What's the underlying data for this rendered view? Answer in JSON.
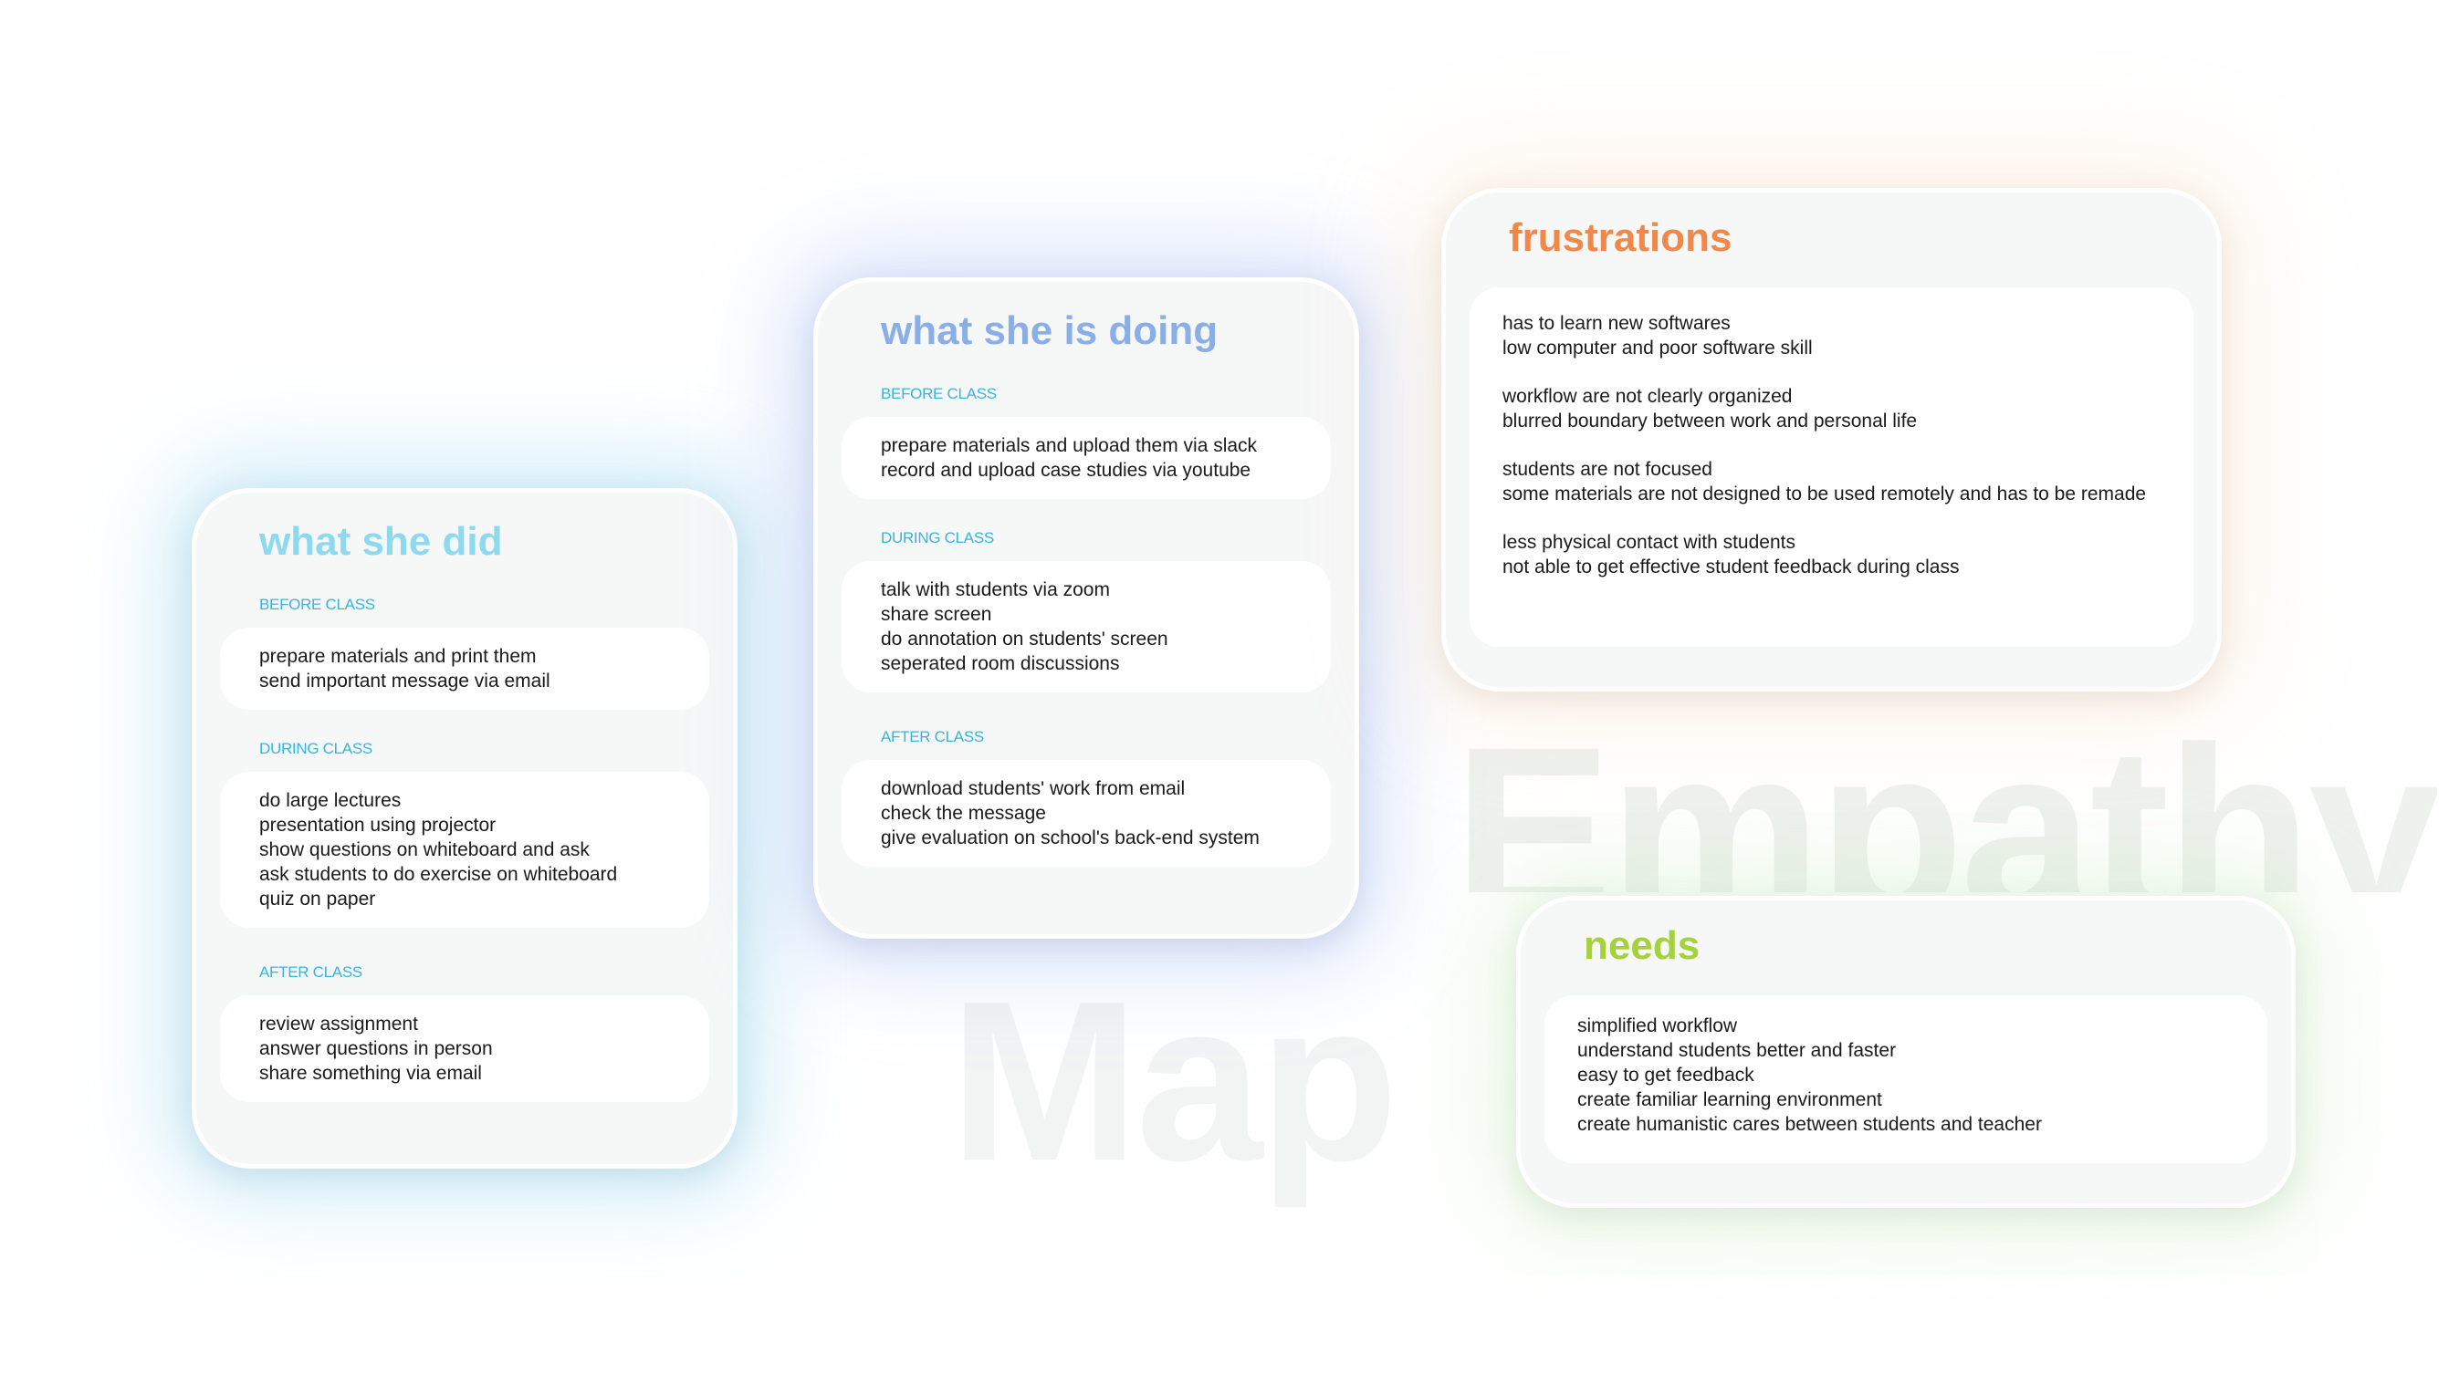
{
  "watermark": {
    "word1": "Empathy",
    "word2": "Map"
  },
  "colors": {
    "did": "#8dd9ef",
    "doing": "#8aaee8",
    "frustrations": "#f0884a",
    "needs": "#a6d13a",
    "section_label": "#39b4dc"
  },
  "what_she_did": {
    "title": "what she did",
    "sections": [
      {
        "label": "BEFORE CLASS",
        "items": [
          "prepare materials and print them",
          "send important message via email"
        ]
      },
      {
        "label": "DURING CLASS",
        "items": [
          "do large lectures",
          "presentation using projector",
          "show questions on whiteboard and ask",
          "ask students to do exercise on whiteboard",
          "quiz on paper"
        ]
      },
      {
        "label": "AFTER CLASS",
        "items": [
          "review assignment",
          "answer questions in person",
          "share something via email"
        ]
      }
    ]
  },
  "what_she_is_doing": {
    "title": "what she is doing",
    "sections": [
      {
        "label": "BEFORE CLASS",
        "items": [
          "prepare materials and upload them via slack",
          "record and upload case studies via youtube"
        ]
      },
      {
        "label": "DURING CLASS",
        "items": [
          "talk with students via zoom",
          "share screen",
          "do annotation on students' screen",
          "seperated room discussions"
        ]
      },
      {
        "label": "AFTER CLASS",
        "items": [
          "download students' work from email",
          "check the message",
          "give evaluation on school's back-end system"
        ]
      }
    ]
  },
  "frustrations": {
    "title": "frustrations",
    "groups": [
      [
        "has to learn new softwares",
        "low computer and poor software skill"
      ],
      [
        "workflow are not clearly organized",
        "blurred boundary between work and personal life"
      ],
      [
        "students are not focused",
        "some materials are not designed to be used remotely and has to be remade"
      ],
      [
        "less physical contact with students",
        "not able to get effective student feedback during class"
      ]
    ]
  },
  "needs": {
    "title": "needs",
    "items": [
      "simplified workflow",
      "understand students better and faster",
      "easy to get feedback",
      "create familiar learning environment",
      "create humanistic cares between students and teacher"
    ]
  }
}
